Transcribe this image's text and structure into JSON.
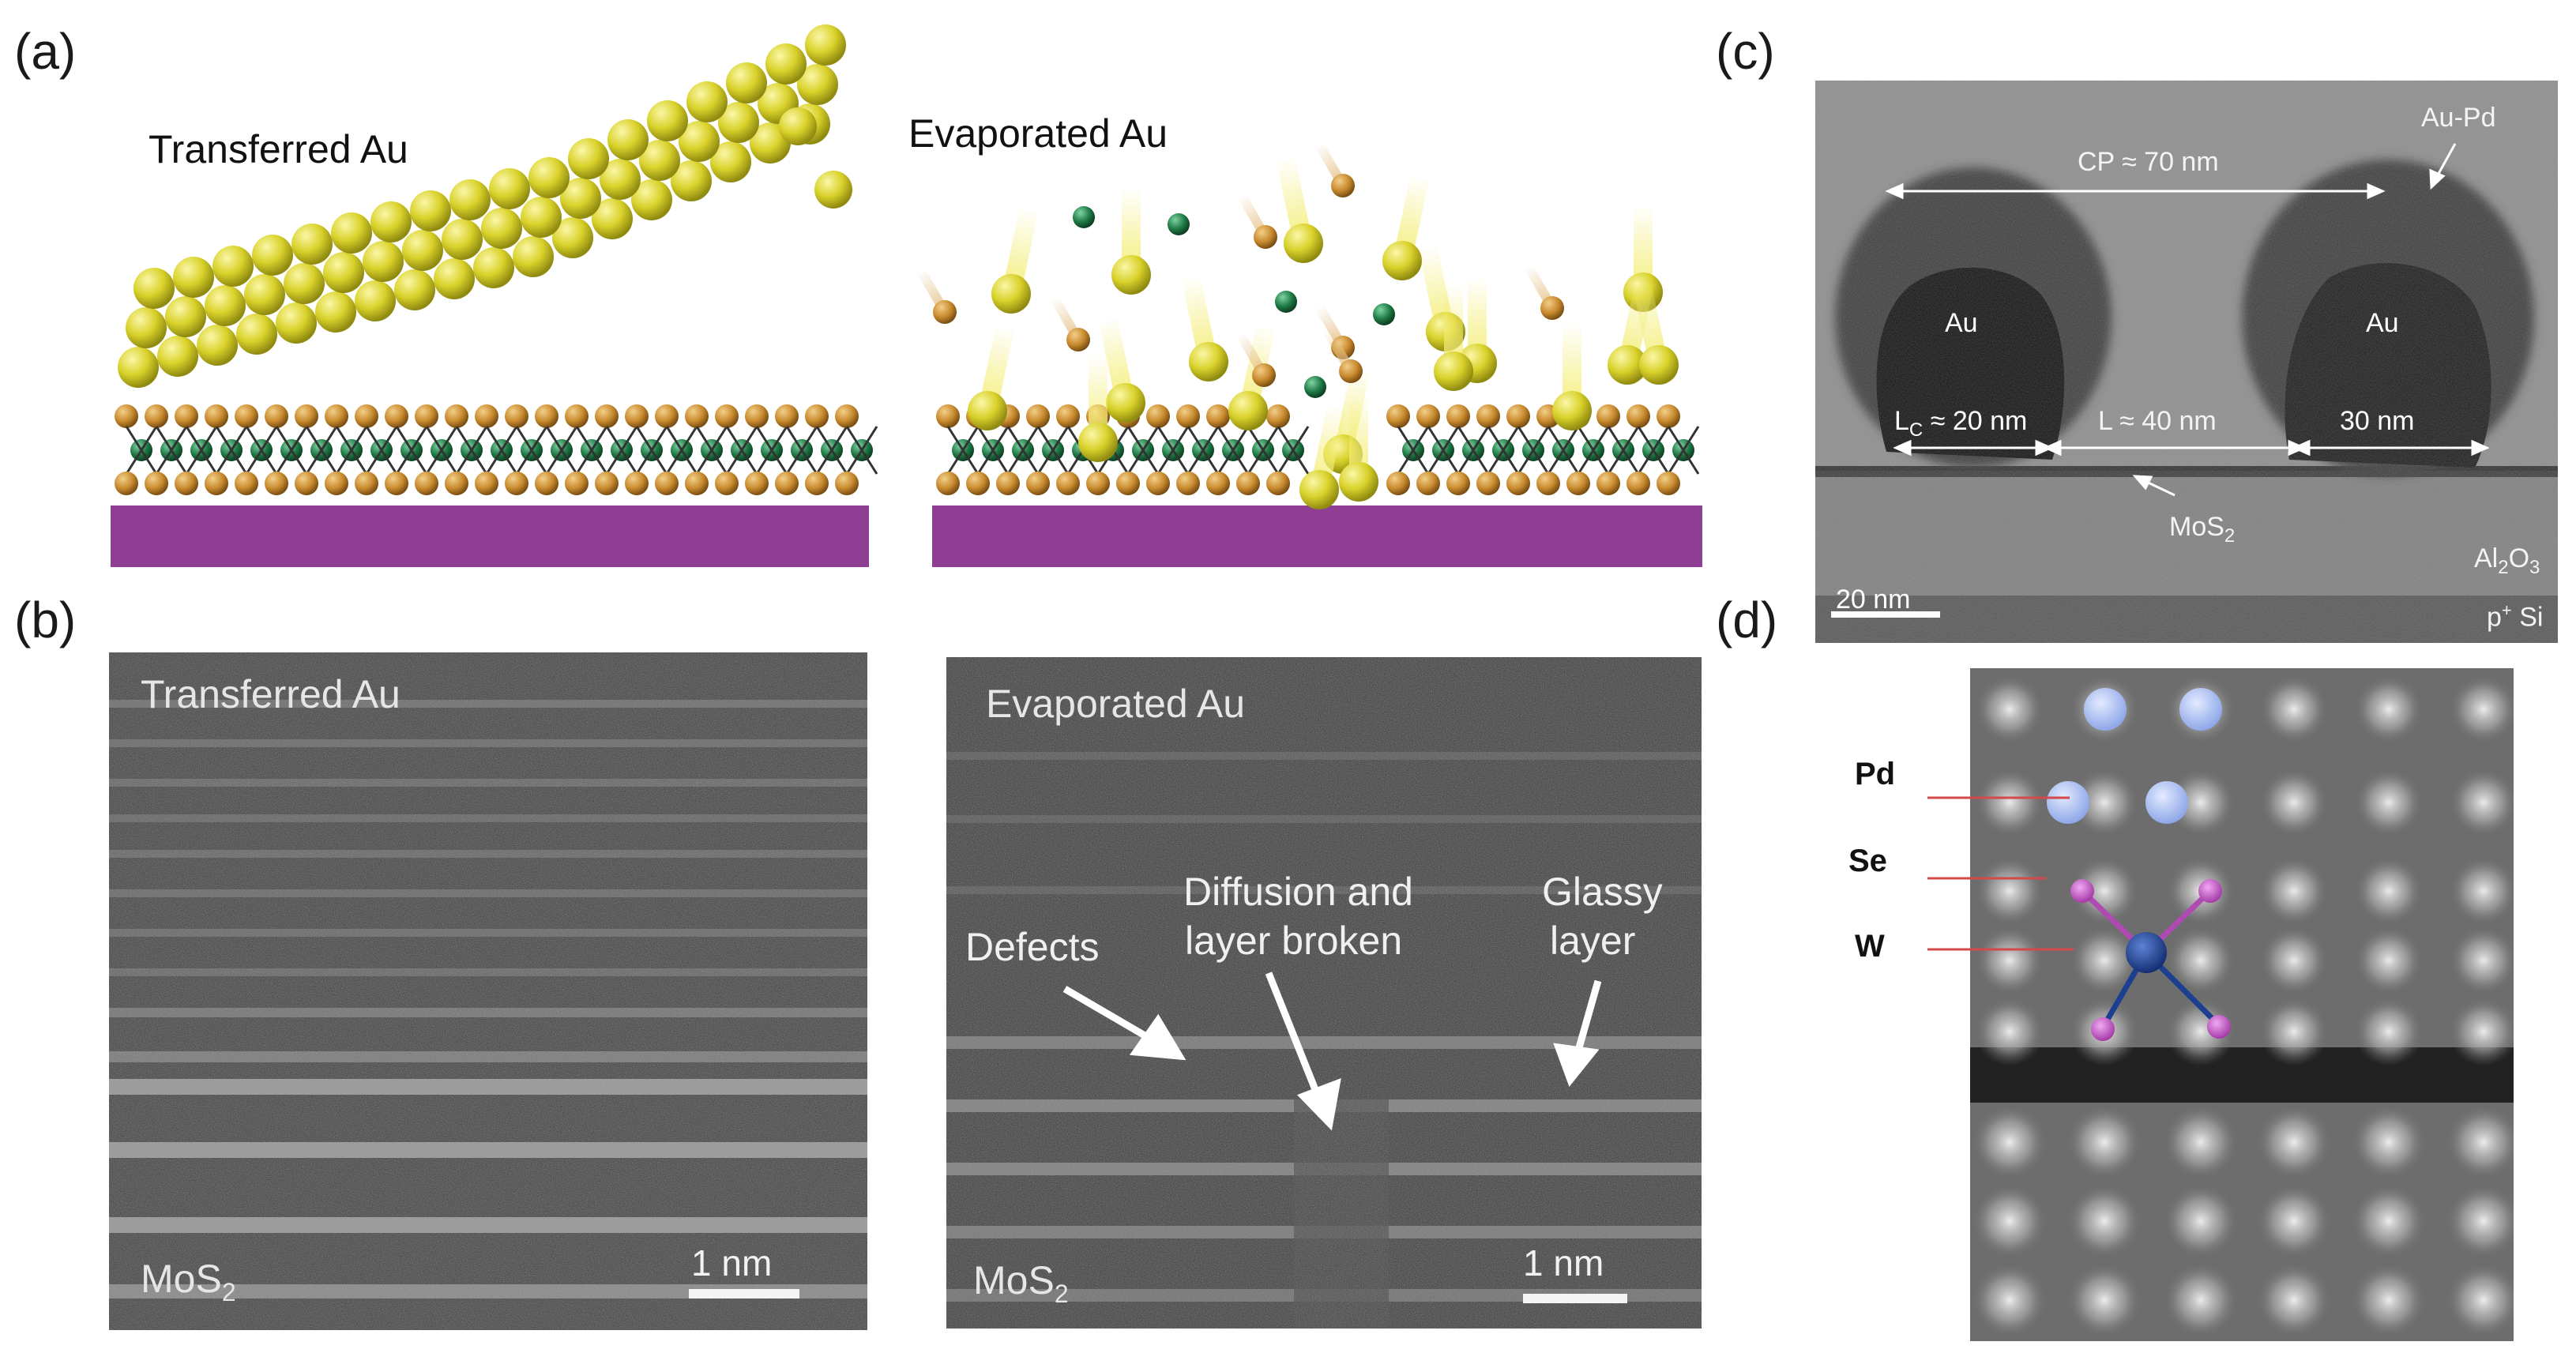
{
  "panels": {
    "a": {
      "letter": "(a)",
      "left_title": "Transferred Au",
      "right_title": "Evaporated Au"
    },
    "b": {
      "letter": "(b)",
      "left_title": "Transferred Au",
      "right_title": "Evaporated Au",
      "left_material": "MoS",
      "left_material_sub": "2",
      "right_material": "MoS",
      "right_material_sub": "2",
      "left_scale": "1 nm",
      "right_scale": "1 nm",
      "annotations": {
        "defects": "Defects",
        "diffusion_line1": "Diffusion and",
        "diffusion_line2": "layer broken",
        "glassy_line1": "Glassy",
        "glassy_line2": "layer"
      }
    },
    "c": {
      "letter": "(c)",
      "au_pd": "Au-Pd",
      "cp": "CP ≈ 70 nm",
      "au_left": "Au",
      "au_right": "Au",
      "lc_main": "L",
      "lc_sub": "C",
      "lc_value": " ≈ 20 nm",
      "l_value": "L ≈ 40 nm",
      "width_value": "30 nm",
      "mos2": "MoS",
      "mos2_sub": "2",
      "al2o3_a": "Al",
      "al2o3_sub1": "2",
      "al2o3_b": "O",
      "al2o3_sub2": "3",
      "psi_a": "p",
      "psi_sup": "+",
      "psi_b": " Si",
      "scale": "20 nm"
    },
    "d": {
      "letter": "(d)",
      "pd": "Pd",
      "se": "Se",
      "w": "W"
    }
  },
  "colors": {
    "substrate": "#8e3f93",
    "au_atom": "#d9d22b",
    "s_atom": "#c98a2e",
    "mo_atom": "#1f7a45",
    "pd_atom": "#9fb6ef",
    "se_atom": "#c55ac8",
    "w_atom": "#1d3f8f",
    "marker_red": "#d24a4a"
  }
}
